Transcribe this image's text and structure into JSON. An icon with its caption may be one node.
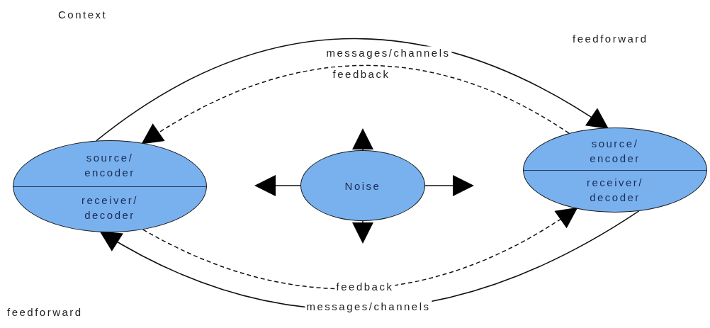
{
  "diagram": {
    "nodes": [
      {
        "text": [
          "source/ encoder",
          "receiver/ decoder"
        ]
      },
      {
        "text": [
          "Noise"
        ]
      },
      {
        "text": [
          "source/ encoder",
          "receiver/ decoder"
        ]
      }
    ],
    "edges": [
      {
        "from": 0,
        "to": 2,
        "arrow": "to",
        "label": "messages/channels"
      },
      {
        "from": 2,
        "to": 0,
        "arrow": "to",
        "label": "feedback",
        "style": "dashed"
      },
      {
        "from": 2,
        "to": 0,
        "arrow": "to",
        "label": "messages/channels"
      },
      {
        "from": 0,
        "to": 2,
        "arrow": "to",
        "label": "feedback",
        "style": "dashed"
      },
      {
        "from": 1,
        "to": null,
        "arrow": "to"
      },
      {
        "from": 1,
        "to": null,
        "arrow": "to"
      },
      {
        "from": 1,
        "to": null,
        "arrow": "to"
      },
      {
        "from": 1,
        "to": null,
        "arrow": "to"
      }
    ],
    "labels": [
      "Context",
      "feedforward",
      "feedforward"
    ]
  }
}
